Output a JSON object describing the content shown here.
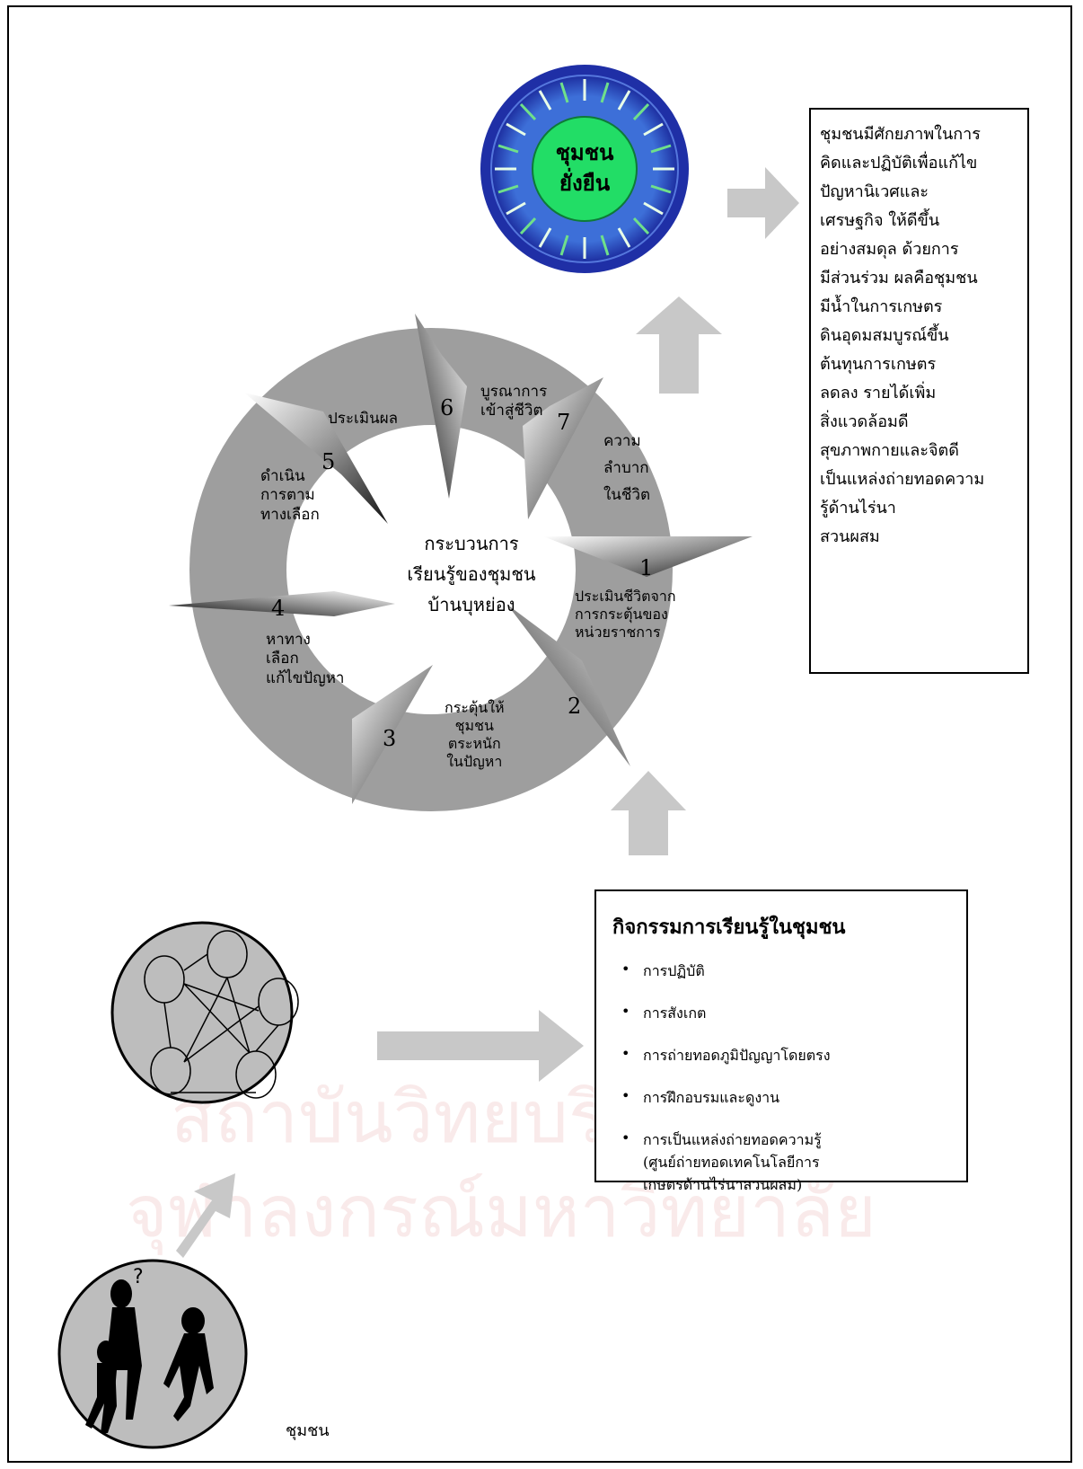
{
  "sustainable": {
    "line1": "ชุมชน",
    "line2": "ยั่งยืน"
  },
  "outcome": [
    "ชุมชนมีศักยภาพในการ",
    "คิดและปฏิบัติเพื่อแก้ไข",
    "ปัญหานิเวศและ",
    "เศรษฐกิจ ให้ดีขึ้น",
    "อย่างสมดุล ด้วยการ",
    "มีส่วนร่วม ผลคือชุมชน",
    "มีน้ำในการเกษตร",
    "ดินอุดมสมบูรณ์ขึ้น",
    "ต้นทุนการเกษตร",
    "ลดลง รายได้เพิ่ม",
    "สิ่งแวดล้อมดี",
    "สุขภาพกายและจิตดี",
    "เป็นแหล่งถ่ายทอดความ",
    "รู้ด้านไร่นา",
    "สวนผสม"
  ],
  "cycle": {
    "center": [
      "กระบวนการ",
      "เรียนรู้ของชุมชน",
      "บ้านบุหย่อง"
    ],
    "steps": [
      {
        "num": "1",
        "label": [
          "ประเมินชีวิตจาก",
          "การกระตุ้นของ",
          "หน่วยราชการ"
        ]
      },
      {
        "num": "2",
        "label": [
          "กระตุ้นให้",
          "ชุมชน",
          "ตระหนัก",
          "ในปัญหา"
        ]
      },
      {
        "num": "3",
        "label": []
      },
      {
        "num": "4",
        "label": [
          "หาทาง",
          "เลือก",
          "แก้ไขปัญหา"
        ]
      },
      {
        "num": "5",
        "label": [
          "ดำเนิน",
          "การตาม",
          "ทางเลือก"
        ]
      },
      {
        "num": "6",
        "label": [
          "ประเมินผล"
        ]
      },
      {
        "num": "7",
        "label": [
          "บูรณาการ",
          "เข้าสู่ชีวิต"
        ]
      }
    ],
    "extra_label": [
      "ความ",
      "ลำบาก",
      "ในชีวิต"
    ]
  },
  "activities": {
    "title": "กิจกรรมการเรียนรู้ในชุมชน",
    "items": [
      "การปฏิบัติ",
      "การสังเกต",
      "การถ่ายทอดภูมิปัญญาโดยตรง",
      "การฝึกอบรมและดูงาน",
      "การเป็นแหล่งถ่ายทอดความรู้",
      "(ศูนย์ถ่ายทอดเทคโนโลยีการ",
      "เกษตรด้านไร่นาสวนผสม)"
    ]
  },
  "community_label": "ชุมชน",
  "watermark": {
    "line1": "สถาบันวิทยบริการ",
    "line2": "จุฬาลงกรณ์มหาวิทยาลัย"
  },
  "colors": {
    "ring": "#9e9e9e",
    "arrow": "#c6c6c6",
    "globe_outer": "#2233aa",
    "globe_ring": "#6fa0e0",
    "globe_center": "#22dd66",
    "circle_fill": "#bdbdbd"
  }
}
